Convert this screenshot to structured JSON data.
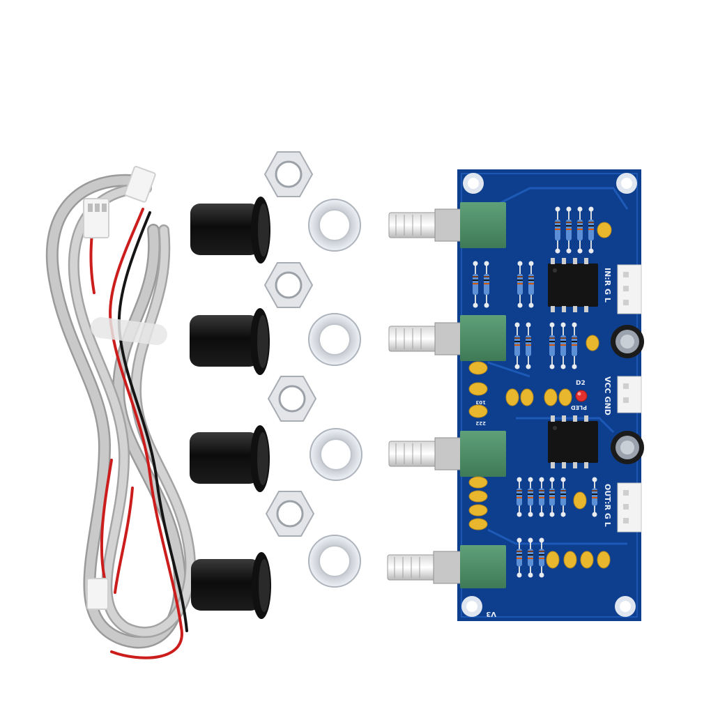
{
  "scene": {
    "type": "product-photo",
    "background_color": "#ffffff",
    "board_color": "#0e3f8f",
    "knob_color": "#111111",
    "pot_color": "#4f8f6a",
    "capacitor_color": "#e9b72e"
  },
  "labels": {
    "in_port": "IN:R G L",
    "power_port": "VCC GND",
    "out_port": "OUT:R G L",
    "led_label": "D2",
    "led_text": "PLED",
    "board_version": "V3",
    "cap_code_1": "103",
    "cap_code_2": "222"
  }
}
